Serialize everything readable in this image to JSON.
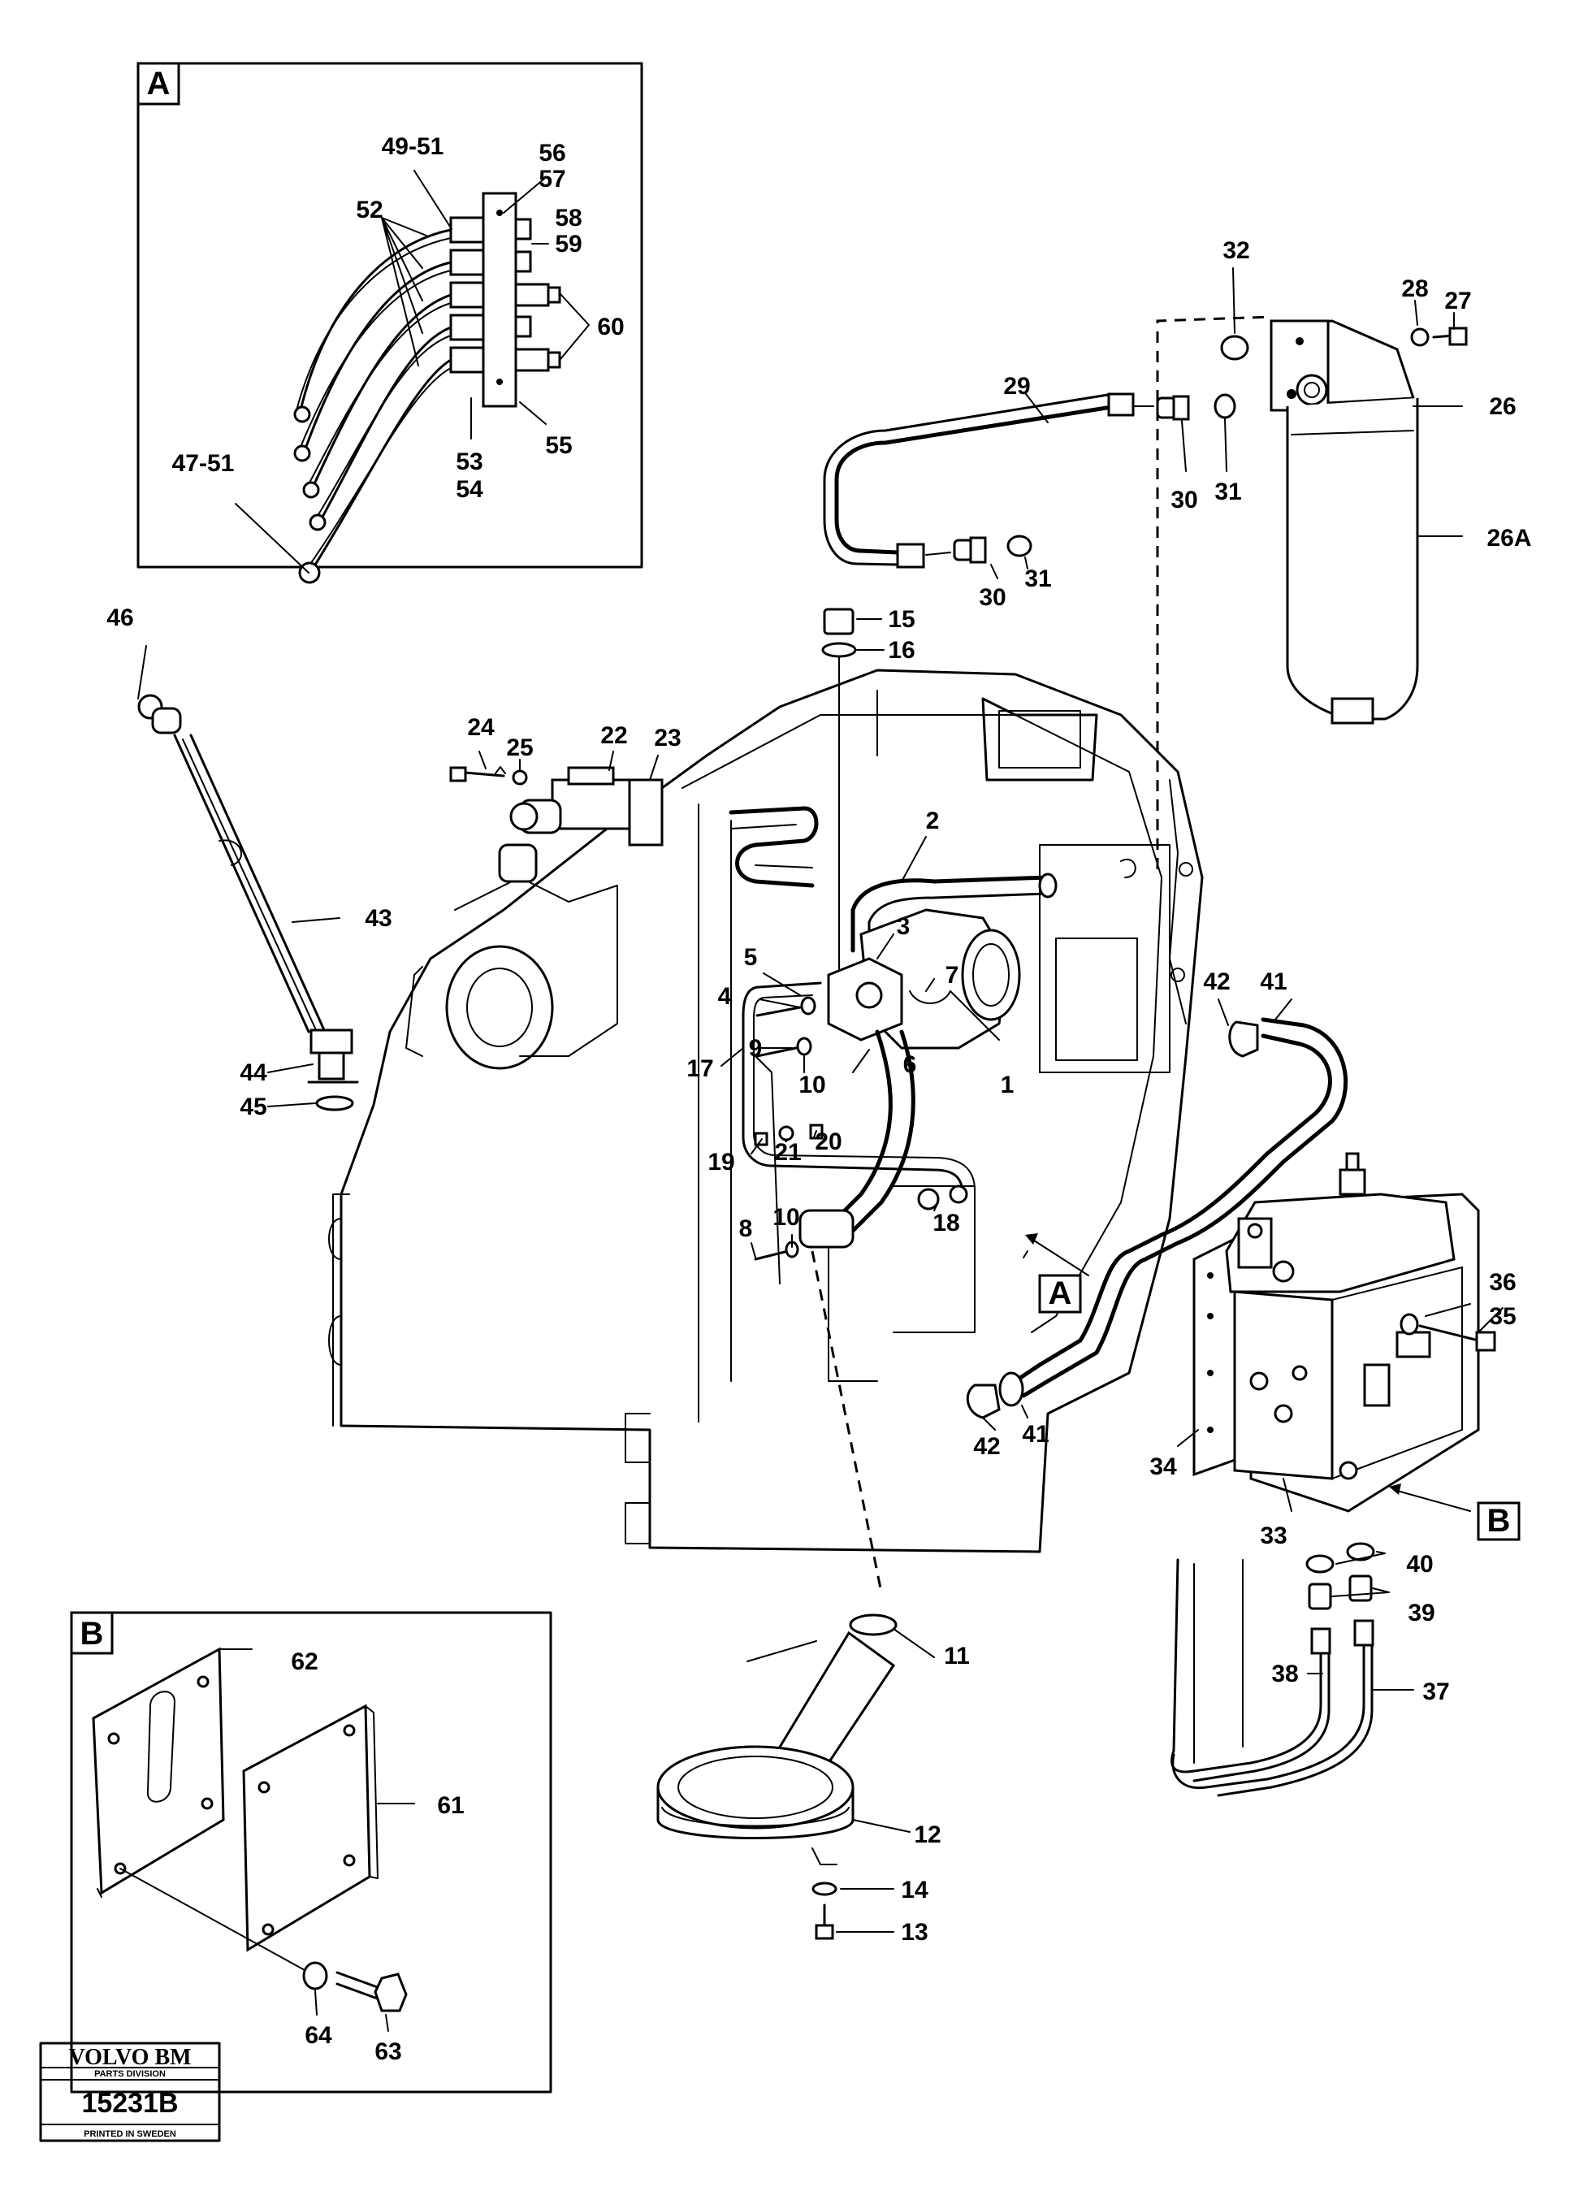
{
  "diagram": {
    "inset_a": {
      "letter": "A",
      "labels": [
        "49-51",
        "52",
        "56",
        "57",
        "58",
        "59",
        "60",
        "53",
        "54",
        "55",
        "47-51"
      ]
    },
    "inset_b": {
      "letter": "B",
      "labels": [
        "62",
        "61",
        "64",
        "63"
      ]
    },
    "main_labels": [
      "46",
      "43",
      "44",
      "45",
      "24",
      "25",
      "22",
      "23",
      "15",
      "16",
      "2",
      "3",
      "5",
      "4",
      "7",
      "9",
      "10",
      "17",
      "6",
      "1",
      "19",
      "21",
      "20",
      "18",
      "10",
      "8",
      "11",
      "12",
      "14",
      "13",
      "29",
      "30",
      "31",
      "30",
      "31",
      "32",
      "28",
      "27",
      "26",
      "26A",
      "42",
      "41",
      "42",
      "41",
      "36",
      "35",
      "34",
      "33",
      "40",
      "39",
      "38",
      "37"
    ],
    "ref_a": "A",
    "ref_b": "B"
  },
  "title_block": {
    "brand": "VOLVO BM",
    "division": "PARTS DIVISION",
    "number": "15231B",
    "printed": "PRINTED IN SWEDEN"
  }
}
